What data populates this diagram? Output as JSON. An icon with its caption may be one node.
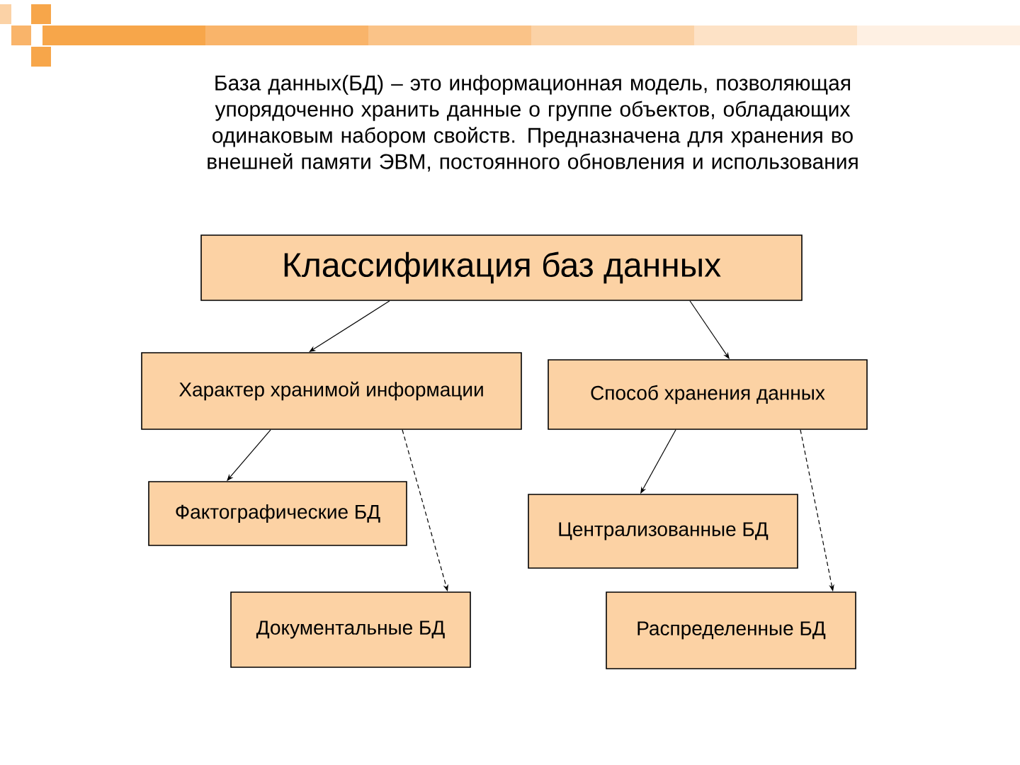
{
  "diagram": {
    "nodes": [
      {
        "text": [
          "Классификация баз данных"
        ]
      },
      {
        "text": [
          "Характер хранимой информации"
        ]
      },
      {
        "text": [
          "Способ хранения данных"
        ]
      },
      {
        "text": [
          "Фактографические БД"
        ]
      },
      {
        "text": [
          "Документальные БД"
        ]
      },
      {
        "text": [
          "Централизованные БД"
        ]
      },
      {
        "text": [
          "Распределенные БД"
        ]
      }
    ],
    "edges": [
      {
        "from": 0,
        "to": 1,
        "arrow": "to"
      },
      {
        "from": 0,
        "to": 2,
        "arrow": "to"
      },
      {
        "from": 1,
        "to": 3,
        "arrow": "to"
      },
      {
        "from": 1,
        "to": 4,
        "arrow": "to",
        "style": "dashed"
      },
      {
        "from": 2,
        "to": 5,
        "arrow": "to"
      },
      {
        "from": 2,
        "to": 6,
        "arrow": "to",
        "style": "dashed"
      }
    ],
    "labels": [
      "База данных(БД) – это информационная модель, позволяющая упорядоченно хранить данные о группе объектов, обладающих одинаковым набором свойств. Предназначена для хранения во внешней памяти ЭВМ, постоянного обновления и использования"
    ]
  }
}
